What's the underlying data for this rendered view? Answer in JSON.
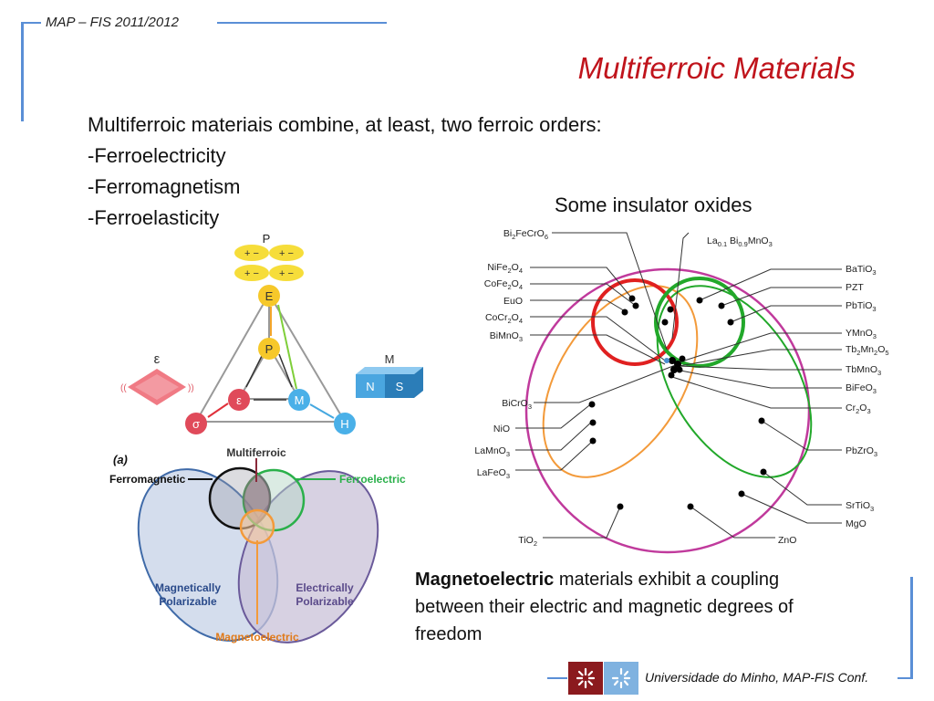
{
  "header": {
    "course": "MAP – FIS 2011/2012",
    "title": "Multiferroic Materials"
  },
  "intro": {
    "lines": [
      "Multiferroic materiais combine, at least, two ferroic orders:",
      "-Ferroelectricity",
      "-Ferromagnetism",
      "-Ferroelasticity"
    ]
  },
  "diagram_caption": "Some insulator oxides",
  "triangle_figure": {
    "symbols": {
      "p_top": "P",
      "m_top": "M",
      "epsilon_left": "ε",
      "E": "E",
      "P": "P",
      "epsilon": "ε",
      "M": "M",
      "sigma": "σ",
      "H": "H",
      "N": "N",
      "S": "S"
    },
    "charges": "+ −"
  },
  "venn_figure": {
    "panel": "(a)",
    "multiferroic": "Multiferroic",
    "ferromagnetic": "Ferromagnetic",
    "ferroelectric": "Ferroelectric",
    "magnetically": "Magnetically",
    "magnetically2": "Polarizable",
    "electrically": "Electrically",
    "electrically2": "Polarizable",
    "magnetoelectric": "Magnetoelectric"
  },
  "oxides_figure": {
    "left_labels": [
      {
        "main": "Bi",
        "sub": "2",
        "rest": "FeCrO",
        "sub2": "6"
      },
      {
        "main": "NiFe",
        "sub": "2",
        "rest": "O",
        "sub2": "4"
      },
      {
        "main": "CoFe",
        "sub": "2",
        "rest": "O",
        "sub2": "4"
      },
      {
        "main": "EuO",
        "sub": "",
        "rest": "",
        "sub2": ""
      },
      {
        "main": "CoCr",
        "sub": "2",
        "rest": "O",
        "sub2": "4"
      },
      {
        "main": "BiMnO",
        "sub": "3",
        "rest": "",
        "sub2": ""
      },
      {
        "main": "BiCrO",
        "sub": "3",
        "rest": "",
        "sub2": ""
      },
      {
        "main": "NiO",
        "sub": "",
        "rest": "",
        "sub2": ""
      },
      {
        "main": "LaMnO",
        "sub": "3",
        "rest": "",
        "sub2": ""
      },
      {
        "main": "LaFeO",
        "sub": "3",
        "rest": "",
        "sub2": ""
      }
    ],
    "right_labels": [
      {
        "main": "BaTiO",
        "sub": "3",
        "rest": "",
        "sub2": ""
      },
      {
        "main": "PZT",
        "sub": "",
        "rest": "",
        "sub2": ""
      },
      {
        "main": "PbTiO",
        "sub": "3",
        "rest": "",
        "sub2": ""
      },
      {
        "main": "YMnO",
        "sub": "3",
        "rest": "",
        "sub2": ""
      },
      {
        "main": "Tb",
        "sub": "2",
        "rest": "Mn",
        "sub2": "2",
        "rest2": "O",
        "sub3": "5"
      },
      {
        "main": "TbMnO",
        "sub": "3",
        "rest": "",
        "sub2": ""
      },
      {
        "main": "BiFeO",
        "sub": "3",
        "rest": "",
        "sub2": ""
      },
      {
        "main": "Cr",
        "sub": "2",
        "rest": "O",
        "sub2": "3"
      },
      {
        "main": "PbZrO",
        "sub": "3",
        "rest": "",
        "sub2": ""
      },
      {
        "main": "SrTiO",
        "sub": "3",
        "rest": "",
        "sub2": ""
      },
      {
        "main": "MgO",
        "sub": "",
        "rest": "",
        "sub2": ""
      }
    ],
    "top_label": {
      "main": "La",
      "sub": "0.1",
      "rest": " Bi",
      "sub2": "0.9",
      "rest2": "MnO",
      "sub3": "3"
    },
    "bottom_left": {
      "main": "TiO",
      "sub": "2"
    },
    "bottom_right": "ZnO"
  },
  "description": {
    "bold": "Magnetoelectric",
    "text": " materials exhibit a coupling between their electric and magnetic degrees of freedom"
  },
  "footer": {
    "text": "Universidade do Minho, MAP-FIS Conf."
  },
  "colors": {
    "title": "#c0141c",
    "frame": "#5a8fd6",
    "magenta": "#c03a9c",
    "red": "#e02020",
    "green": "#22a82a",
    "orange": "#f39a3a"
  }
}
